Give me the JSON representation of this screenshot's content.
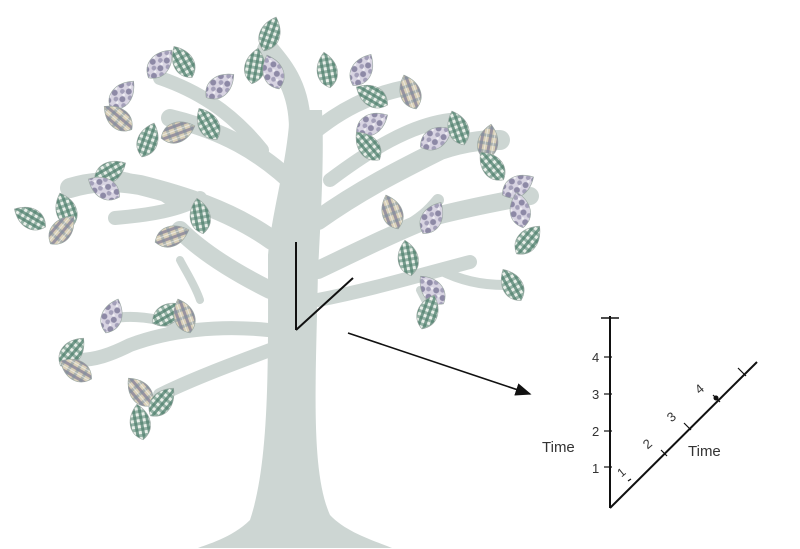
{
  "colors": {
    "tree": "#cdd6d3",
    "leaf_green": "#4e7f6d",
    "leaf_purple": "#6e6a8e",
    "leaf_tan": "#c9bfa4",
    "ink": "#111111"
  },
  "axes": {
    "left_axis_label": "Time",
    "right_axis_label": "Time",
    "left_ticks": [
      "1",
      "2",
      "3",
      "4"
    ],
    "right_ticks": [
      "1",
      "2",
      "3",
      "4"
    ]
  },
  "icons": {
    "tree": "tree-icon",
    "leaf": "leaf-icon",
    "arrow": "arrow-icon"
  }
}
